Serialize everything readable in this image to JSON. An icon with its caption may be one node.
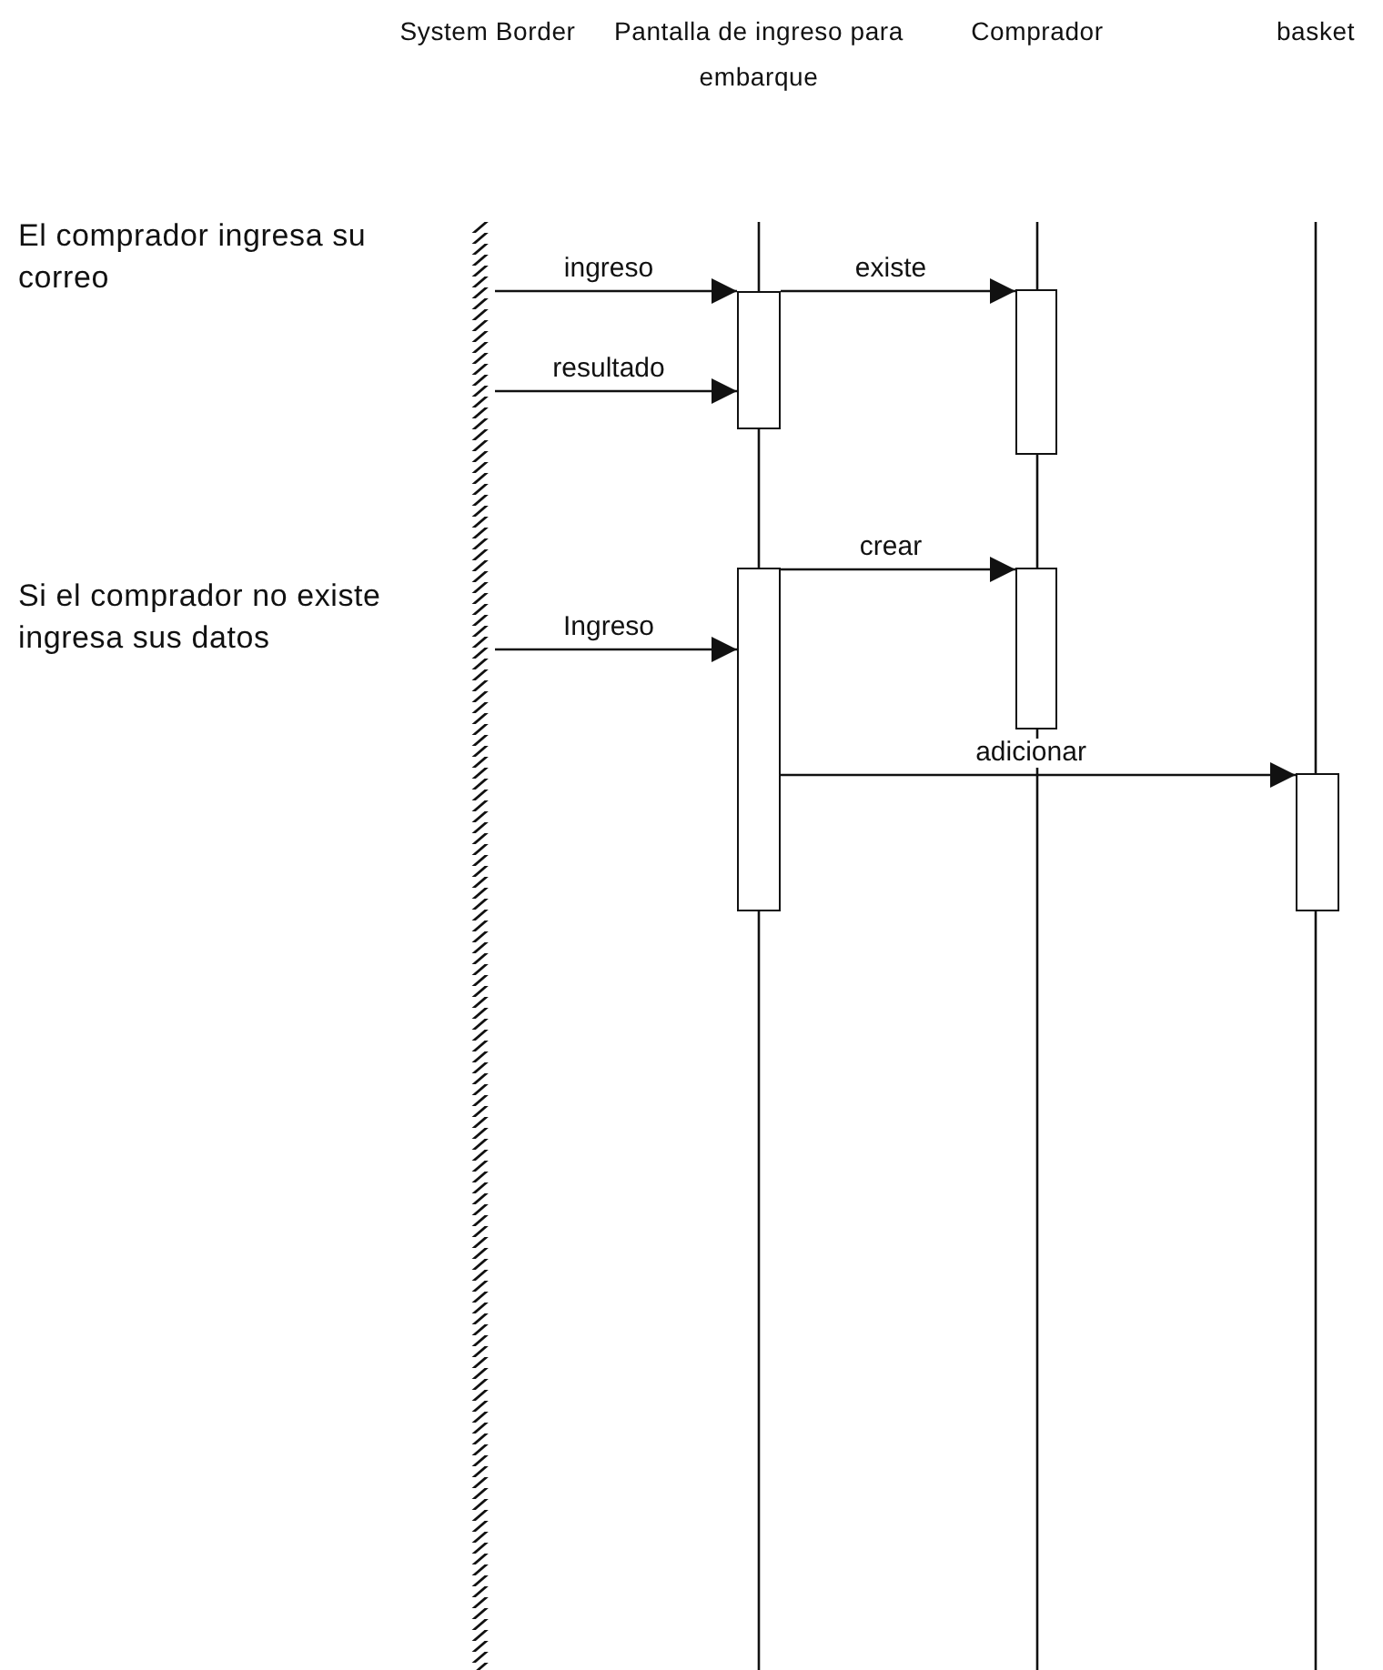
{
  "diagram": {
    "nodes": [
      {
        "text": [
          "System Border"
        ]
      },
      {
        "text": [
          "Pantalla de ingreso para embarque"
        ]
      },
      {
        "text": [
          "Comprador"
        ]
      },
      {
        "text": [
          "basket"
        ]
      },
      {
        "text": [],
        "shape": "bar"
      },
      {
        "text": [],
        "shape": "box"
      },
      {
        "text": [],
        "shape": "box"
      },
      {
        "text": [],
        "shape": "box"
      },
      {
        "text": [],
        "shape": "box"
      },
      {
        "text": [],
        "shape": "box"
      }
    ],
    "edges": [
      {
        "from": 4,
        "to": 5,
        "label": "ingreso",
        "arrow": "to"
      },
      {
        "from": 5,
        "to": 6,
        "label": "existe",
        "arrow": "to"
      },
      {
        "from": 4,
        "to": 5,
        "label": "resultado",
        "arrow": "to"
      },
      {
        "from": 7,
        "to": 8,
        "label": "crear",
        "arrow": "to"
      },
      {
        "from": 4,
        "to": 7,
        "label": "Ingreso",
        "arrow": "to"
      },
      {
        "from": 7,
        "to": 9,
        "label": "adicionar",
        "arrow": "to"
      }
    ],
    "labels": [
      "El comprador ingresa su correo",
      "Si el comprador no existe ingresa sus datos"
    ]
  }
}
